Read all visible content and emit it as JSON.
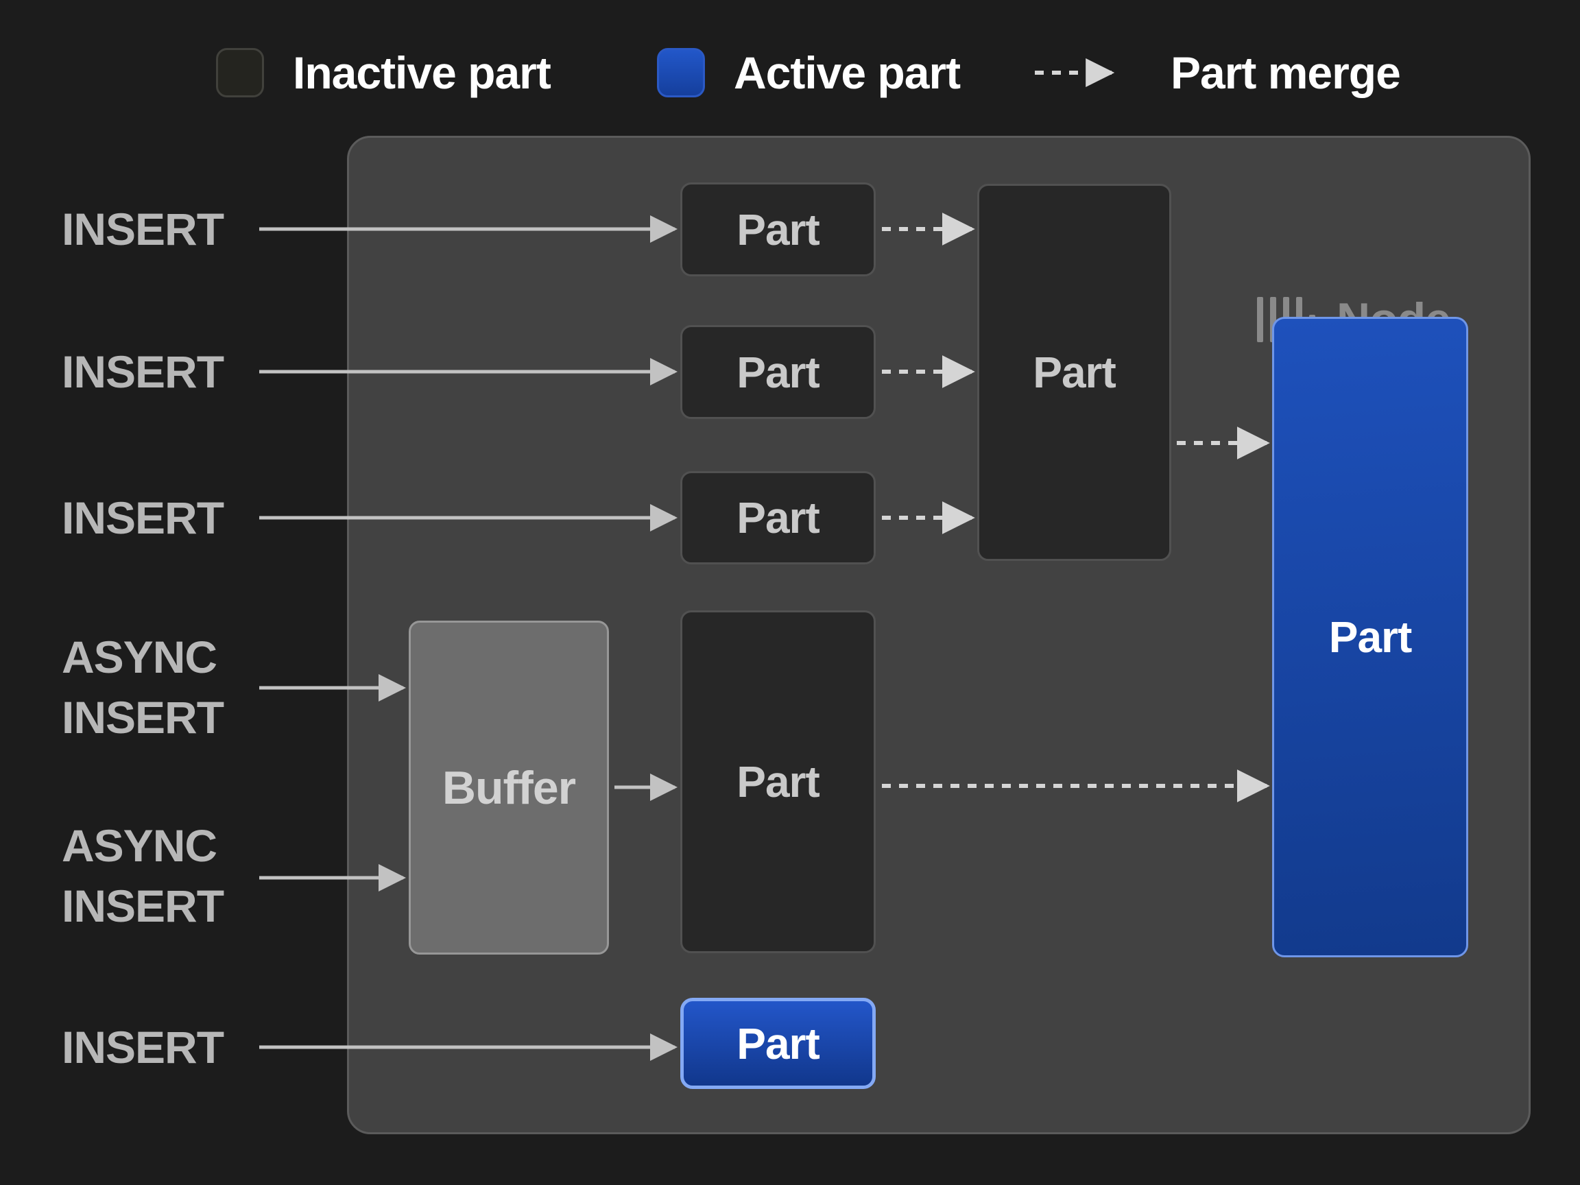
{
  "legend": {
    "inactive": "Inactive part",
    "active": "Active part",
    "merge": "Part merge"
  },
  "node": {
    "title": "Node"
  },
  "labels": {
    "insert1": "INSERT",
    "insert2": "INSERT",
    "insert3": "INSERT",
    "async1": "ASYNC INSERT",
    "async2": "ASYNC INSERT",
    "insert4": "INSERT"
  },
  "boxes": {
    "part1": "Part",
    "part2": "Part",
    "part3": "Part",
    "merged": "Part",
    "tall": "Part",
    "buffer": "Buffer",
    "bottom": "Part",
    "large": "Part"
  },
  "colors": {
    "background": "#1c1c1c",
    "node_background": "#424242",
    "inactive_part_fill": "#272727",
    "inactive_part_border": "#515151",
    "active_part_blue": "#1e51bc",
    "active_part_border": "#84a9f4",
    "buffer_fill": "#6d6d6d",
    "arrow": "#c2c2c2",
    "dashed_arrow": "#d5d5d5",
    "label_text": "#b7b7b7",
    "legend_text": "#ffffff",
    "node_title_text": "#8a8a8a"
  }
}
